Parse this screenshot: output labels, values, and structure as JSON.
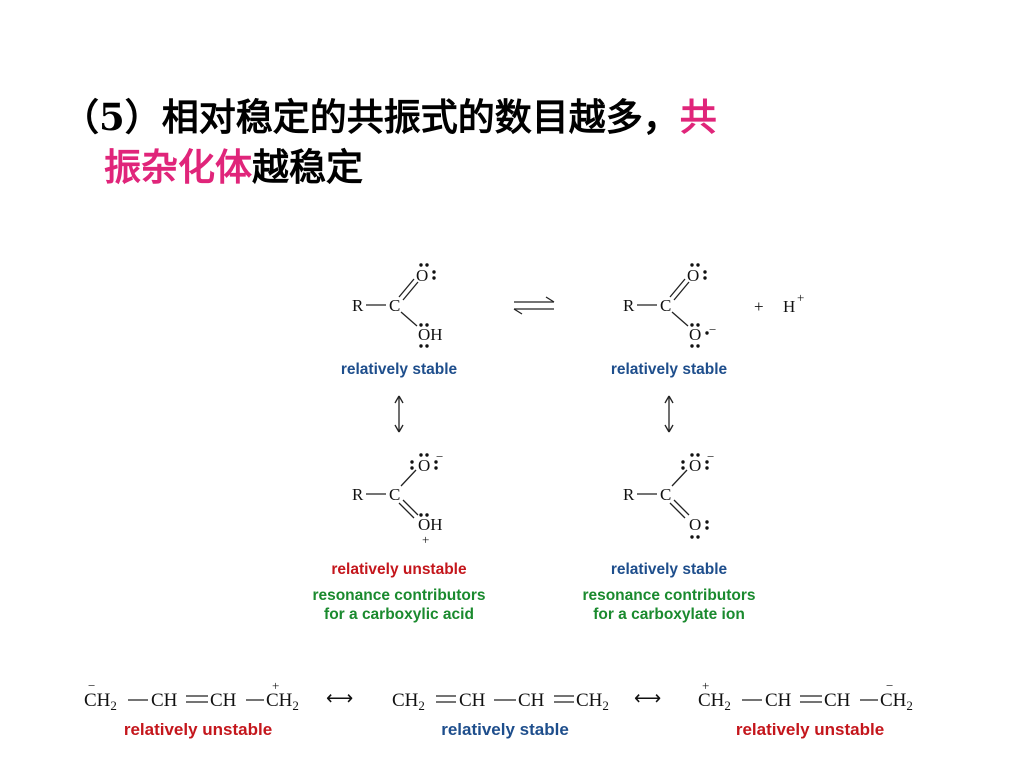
{
  "title": {
    "line1_prefix": "（5）相对稳定的共振式的数目越多，",
    "line1_highlight": "共",
    "line2_highlight": "振杂化体",
    "line2_suffix": "越稳定",
    "highlight_color": "#e0257a"
  },
  "diagram": {
    "r_label": "R",
    "c_label": "C",
    "o_label": "O",
    "oh_label": "OH",
    "plus_sign": "+",
    "minus_sign": "−",
    "h_plus": "H",
    "equilibrium_arrow": "⇌",
    "resonance_arrow": "↕",
    "top_left_caption": "relatively stable",
    "top_right_caption": "relatively stable",
    "bottom_left_caption": "relatively unstable",
    "bottom_right_caption": "relatively stable",
    "left_group_caption_1": "resonance contributors",
    "left_group_caption_2": "for a carboxylic acid",
    "right_group_caption_1": "resonance contributors",
    "right_group_caption_2": "for a carboxylate ion",
    "colors": {
      "stable": "#1e4e8c",
      "unstable": "#c4161c",
      "group": "#1a8a2e"
    }
  },
  "butadiene": {
    "s1": "CH",
    "s2": "CH",
    "s3": "CH",
    "s4": "CH",
    "sub2": "2",
    "double_arrow": "⟷",
    "caption1": "relatively unstable",
    "caption2": "relatively stable",
    "caption3": "relatively unstable"
  }
}
